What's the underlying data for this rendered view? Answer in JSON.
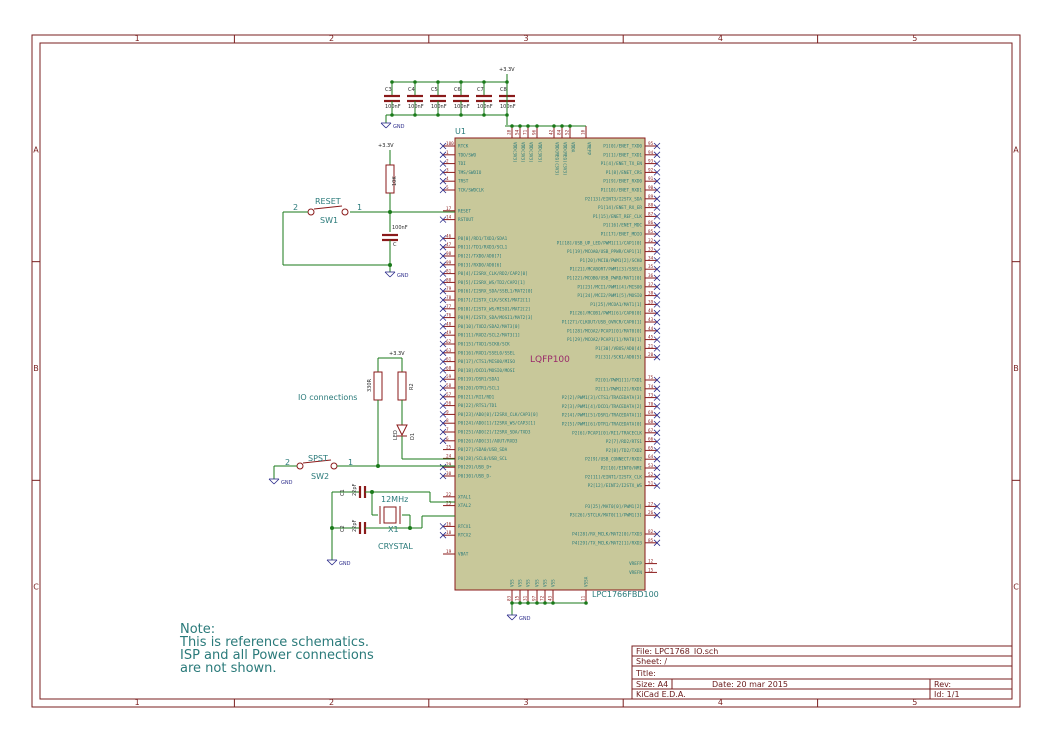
{
  "frame": {
    "columns": [
      "1",
      "2",
      "3",
      "4",
      "5"
    ],
    "rows": [
      "A",
      "B",
      "C"
    ]
  },
  "power": {
    "vcc": "+3.3V",
    "gnd": "GND"
  },
  "decoupling": {
    "caps": [
      {
        "ref": "C3",
        "value": "100nF"
      },
      {
        "ref": "C4",
        "value": "100nF"
      },
      {
        "ref": "C5",
        "value": "100nF"
      },
      {
        "ref": "C6",
        "value": "100nF"
      },
      {
        "ref": "C7",
        "value": "100nF"
      },
      {
        "ref": "C8",
        "value": "100nF"
      }
    ]
  },
  "mcu": {
    "ref": "U1",
    "package": "LQFP100",
    "part": "LPC1766FBD100",
    "top_pins": [
      {
        "num": "28",
        "name": "VDD(3V3)"
      },
      {
        "num": "54",
        "name": "VDD(3V3)"
      },
      {
        "num": "71",
        "name": "VDD(3V3)"
      },
      {
        "num": "96",
        "name": "VDD(3V3)"
      },
      {
        "num": "42",
        "name": "VDD(REG)(3V3)"
      },
      {
        "num": "84",
        "name": "VDD(REG)(3V3)"
      },
      {
        "num": "52",
        "name": "VDDA"
      },
      {
        "num": "10",
        "name": "VREFP"
      }
    ],
    "bottom_pins": [
      {
        "num": "83",
        "name": "VSS"
      },
      {
        "num": "15",
        "name": "VSS"
      },
      {
        "num": "31",
        "name": "VSS"
      },
      {
        "num": "97",
        "name": "VSS"
      },
      {
        "num": "72",
        "name": "VSS"
      },
      {
        "num": "43",
        "name": "VSS"
      },
      {
        "num": "11",
        "name": "VSSA"
      }
    ],
    "left_pins": [
      {
        "num": "100",
        "name": "RTCK"
      },
      {
        "num": "1",
        "name": "TDO/SWO"
      },
      {
        "num": "2",
        "name": "TDI"
      },
      {
        "num": "3",
        "name": "TMS/SWDIO"
      },
      {
        "num": "4",
        "name": "TRST"
      },
      {
        "num": "5",
        "name": "TCK/SWDCLK"
      },
      {
        "num": "17",
        "name": "RESET"
      },
      {
        "num": "14",
        "name": "RSTOUT"
      },
      {
        "num": "46",
        "name": "P0[0]/RD1/TXD3/SDA1"
      },
      {
        "num": "47",
        "name": "P0[1]/TD1/RXD3/SCL1"
      },
      {
        "num": "98",
        "name": "P0[2]/TXD0/AD0[7]"
      },
      {
        "num": "99",
        "name": "P0[3]/RXD0/AD0[6]"
      },
      {
        "num": "81",
        "name": "P0[4]/I2SRX_CLK/RD2/CAP2[0]"
      },
      {
        "num": "80",
        "name": "P0[5]/I2SRX_WS/TD2/CAP2[1]"
      },
      {
        "num": "79",
        "name": "P0[6]/I2SRX_SDA/SSEL1/MAT2[0]"
      },
      {
        "num": "78",
        "name": "P0[7]/I2STX_CLK/SCK1/MAT2[1]"
      },
      {
        "num": "77",
        "name": "P0[8]/I2STX_WS/MISO1/MAT2[2]"
      },
      {
        "num": "76",
        "name": "P0[9]/I2STX_SDA/MOSI1/MAT2[3]"
      },
      {
        "num": "48",
        "name": "P0[10]/TXD2/SDA2/MAT3[0]"
      },
      {
        "num": "49",
        "name": "P0[11]/RXD2/SCL2/MAT3[1]"
      },
      {
        "num": "62",
        "name": "P0[15]/TXD1/SCK0/SCK"
      },
      {
        "num": "63",
        "name": "P0[16]/RXD1/SSEL0/SSEL"
      },
      {
        "num": "61",
        "name": "P0[17]/CTS1/MISO0/MISO"
      },
      {
        "num": "60",
        "name": "P0[18]/DCD1/MOSI0/MOSI"
      },
      {
        "num": "59",
        "name": "P0[19]/DSR1/SDA1"
      },
      {
        "num": "58",
        "name": "P0[20]/DTR1/SCL1"
      },
      {
        "num": "57",
        "name": "P0[21]/RI1/RD1"
      },
      {
        "num": "56",
        "name": "P0[22]/RTS1/TD1"
      },
      {
        "num": "9",
        "name": "P0[23]/AD0[0]/I2SRX_CLK/CAP3[0]"
      },
      {
        "num": "8",
        "name": "P0[24]/AD0[1]/I2SRX_WS/CAP3[1]"
      },
      {
        "num": "7",
        "name": "P0[25]/AD0[2]/I2SRX_SDA/TXD3"
      },
      {
        "num": "6",
        "name": "P0[26]/AD0[3]/AOUT/RXD3"
      },
      {
        "num": "25",
        "name": "P0[27]/SDA0/USB_SDA"
      },
      {
        "num": "24",
        "name": "P0[28]/SCL0/USB_SCL"
      },
      {
        "num": "29",
        "name": "P0[29]/USB_D+"
      },
      {
        "num": "30",
        "name": "P0[30]/USB_D-"
      },
      {
        "num": "22",
        "name": "XTAL1"
      },
      {
        "num": "23",
        "name": "XTAL2"
      },
      {
        "num": "16",
        "name": "RTCX1"
      },
      {
        "num": "18",
        "name": "RTCX2"
      },
      {
        "num": "19",
        "name": "VBAT"
      }
    ],
    "right_pins": [
      {
        "num": "95",
        "name": "P1[0]/ENET_TXD0"
      },
      {
        "num": "94",
        "name": "P1[1]/ENET_TXD1"
      },
      {
        "num": "93",
        "name": "P1[4]/ENET_TX_EN"
      },
      {
        "num": "92",
        "name": "P1[8]/ENET_CRS"
      },
      {
        "num": "91",
        "name": "P1[9]/ENET_RXD0"
      },
      {
        "num": "90",
        "name": "P1[10]/ENET_RXD1"
      },
      {
        "num": "89",
        "name": "P2[13]/EINT3/I2STX_SDA"
      },
      {
        "num": "88",
        "name": "P1[14]/ENET_RX_ER"
      },
      {
        "num": "87",
        "name": "P1[15]/ENET_REF_CLK"
      },
      {
        "num": "86",
        "name": "P1[16]/ENET_MDC"
      },
      {
        "num": "85",
        "name": "P1[17]/ENET_MDIO"
      },
      {
        "num": "32",
        "name": "P1[18]/USB_UP_LED/PWM1[1]/CAP1[0]"
      },
      {
        "num": "33",
        "name": "P1[19]/MCOA0/USB_PPWR/CAP1[1]"
      },
      {
        "num": "34",
        "name": "P1[20]/MCI0/PWM1[2]/SCK0"
      },
      {
        "num": "35",
        "name": "P1[21]/MCABORT/PWM1[3]/SSEL0"
      },
      {
        "num": "36",
        "name": "P1[22]/MCOB0/USB_PWRD/MAT1[0]"
      },
      {
        "num": "37",
        "name": "P1[23]/MCI1/PWM1[4]/MISO0"
      },
      {
        "num": "38",
        "name": "P1[24]/MCI2/PWM1[5]/MOSI0"
      },
      {
        "num": "39",
        "name": "P1[25]/MCOA1/MAT1[1]"
      },
      {
        "num": "40",
        "name": "P1[26]/MCOB1/PWM1[6]/CAP0[0]"
      },
      {
        "num": "43",
        "name": "P1[27]/CLKOUT/USB_OVRCR/CAP0[1]"
      },
      {
        "num": "44",
        "name": "P1[28]/MCOA2/PCAP1[0]/MAT0[0]"
      },
      {
        "num": "45",
        "name": "P1[29]/MCOA2/PCAP1[1]/MAT0[1]"
      },
      {
        "num": "21",
        "name": "P1[30]/VBUS/AD0[4]"
      },
      {
        "num": "20",
        "name": "P1[31]/SCK1/AD0[5]"
      },
      {
        "num": "75",
        "name": "P2[0]/PWM1[1]/TXD1"
      },
      {
        "num": "74",
        "name": "P2[1]/PWM1[2]/RXD1"
      },
      {
        "num": "73",
        "name": "P2[2]/PWM1[3]/CTS1/TRACEDATA[3]"
      },
      {
        "num": "70",
        "name": "P2[3]/PWM1[4]/DCD1/TRACEDATA[2]"
      },
      {
        "num": "69",
        "name": "P2[4]/PWM1[5]/DSR1/TRACEDATA[1]"
      },
      {
        "num": "68",
        "name": "P2[5]/PWM1[6]/DTR1/TRACEDATA[0]"
      },
      {
        "num": "67",
        "name": "P2[6]/PCAP1[0]/RI1/TRACECLK"
      },
      {
        "num": "66",
        "name": "P2[7]/RD2/RTS1"
      },
      {
        "num": "65",
        "name": "P2[8]/TD2/TXD2"
      },
      {
        "num": "64",
        "name": "P2[9]/USB_CONNECT/RXD2"
      },
      {
        "num": "53",
        "name": "P2[10]/EINT0/NMI"
      },
      {
        "num": "52",
        "name": "P2[11]/EINT1/I2STX_CLK"
      },
      {
        "num": "51",
        "name": "P2[12]/EINT2/I2STX_WS"
      },
      {
        "num": "27",
        "name": "P3[25]/MAT0[0]/PWM1[2]"
      },
      {
        "num": "26",
        "name": "P3[26]/STCLK/MAT0[1]/PWM1[3]"
      },
      {
        "num": "82",
        "name": "P4[28]/RX_MCLK/MAT2[0]/TXD3"
      },
      {
        "num": "85",
        "name": "P4[29]/TX_MCLK/MAT2[1]/RXD3"
      },
      {
        "num": "12",
        "name": "VREFP"
      },
      {
        "num": "15",
        "name": "VREFN"
      }
    ]
  },
  "reset": {
    "switch_ref": "SW1",
    "switch_name": "RESET",
    "pin1": "1",
    "pin2": "2",
    "resistor_value": "10K",
    "cap_value": "100nF",
    "cap_ref": "C"
  },
  "io": {
    "label": "IO connections",
    "switch_ref": "SW2",
    "switch_name": "SPST",
    "pin1": "1",
    "pin2": "2",
    "r1": "330R",
    "r2": "R2",
    "led": "LED",
    "led_ref": "D1"
  },
  "crystal": {
    "ref": "X1",
    "freq": "12MHz",
    "label": "CRYSTAL",
    "c1_ref": "C1",
    "c1_val": "22pF",
    "c2_ref": "C2",
    "c2_val": "22pF"
  },
  "note": {
    "lines": [
      "Note:",
      "This is reference schematics.",
      "ISP and all Power connections",
      "are not shown."
    ]
  },
  "title_block": {
    "file": "File: LPC1768_IO.sch",
    "sheet": "Sheet: /",
    "title": "Title:",
    "size": "Size: A4",
    "date": "Date: 20 mar 2015",
    "rev": "Rev:",
    "tool": "KiCad E.D.A.",
    "id": "Id: 1/1"
  }
}
